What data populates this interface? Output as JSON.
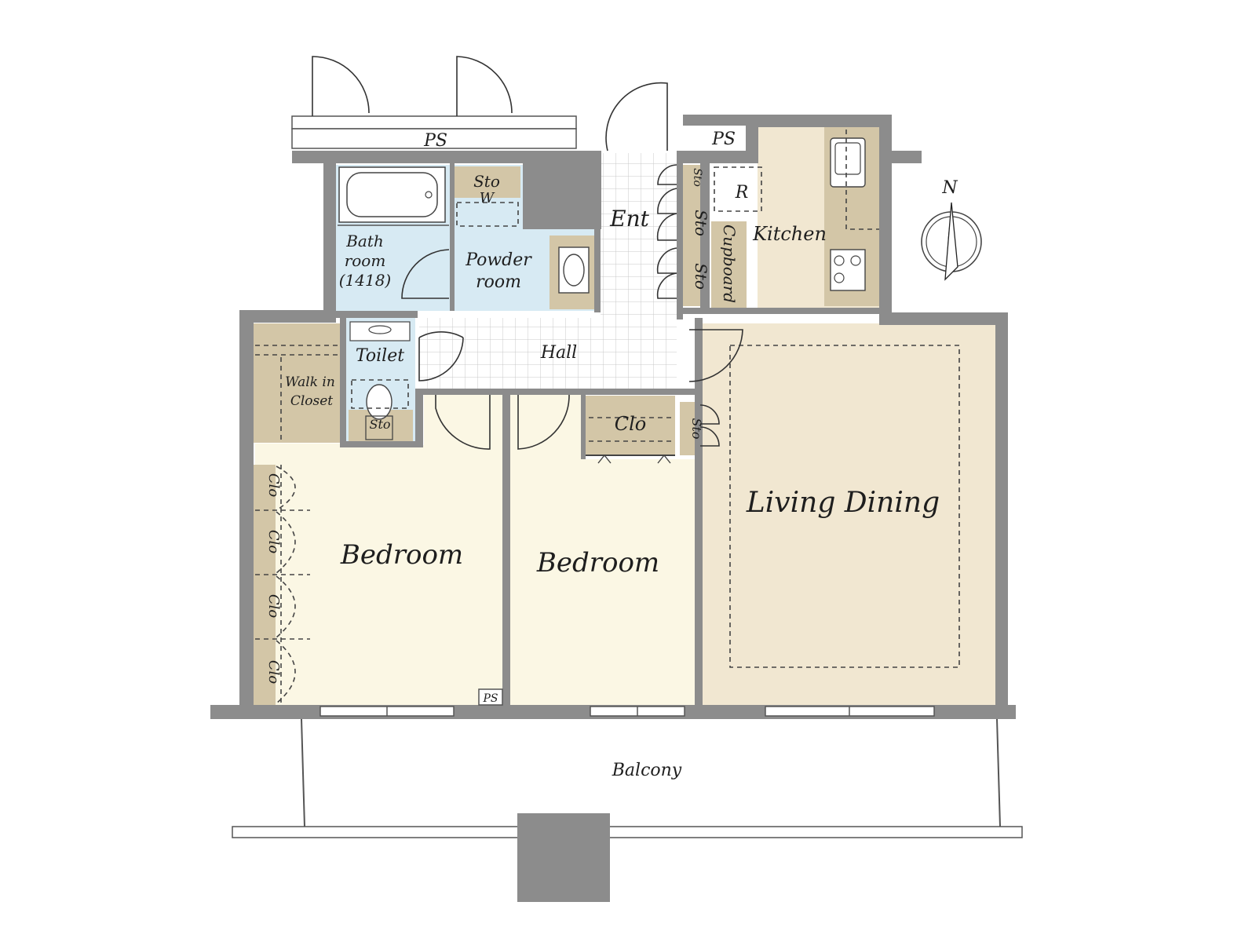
{
  "labels": {
    "ps_top": "PS",
    "ps_kitchen": "PS",
    "ps_bedroom": "PS",
    "entrance": "Ent",
    "bathroom_line1": "Bath",
    "bathroom_line2": "room",
    "bathroom_line3": "(1418)",
    "powder_line1": "Powder",
    "powder_line2": "room",
    "storage_w_top": "Sto",
    "storage_w_bottom": "W",
    "toilet": "Toilet",
    "toilet_storage": "Sto",
    "hall": "Hall",
    "walk_in_line1": "Walk in",
    "walk_in_line2": "Closet",
    "bedroom1": "Bedroom",
    "bedroom2": "Bedroom",
    "living_dining": "Living Dining",
    "kitchen": "Kitchen",
    "fridge": "R",
    "cupboard": "Cupboard",
    "entry_sto_1": "Sto",
    "entry_sto_2": "Sto",
    "entry_sto_3": "Sto",
    "hall_sto": "Sto",
    "closet_center": "Clo",
    "closet_1": "Clo",
    "closet_2": "Clo",
    "closet_3": "Clo",
    "closet_4": "Clo",
    "balcony": "Balcony",
    "north": "N"
  },
  "colors": {
    "wall": "#8c8c8c",
    "bedroom_floor": "#fbf7e4",
    "living_floor": "#f1e7d1",
    "wet_area": "#d7eaf3",
    "storage": "#d3c6a7",
    "hall_tile": "#ffffff"
  },
  "icons": [
    "north-compass-icon",
    "bathtub-icon",
    "toilet-icon",
    "sink-icon",
    "stove-icon",
    "kitchen-sink-icon",
    "door-swing-icon"
  ]
}
